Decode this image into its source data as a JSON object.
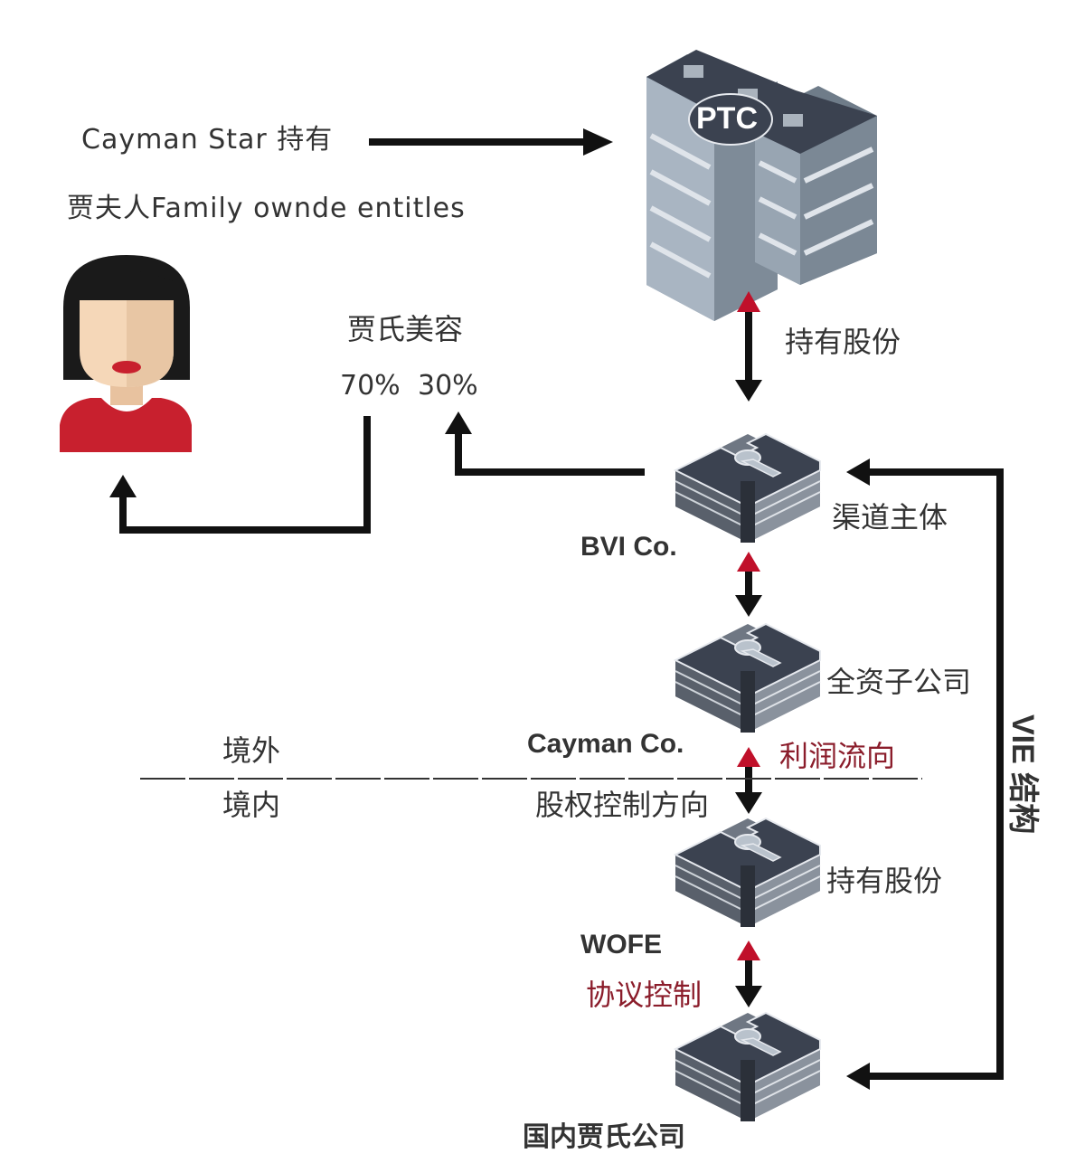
{
  "labels": {
    "cayman_star": "Cayman Star 持有",
    "family_entities": "贾夫人Family ownde entitles",
    "jia_beauty": "贾氏美容",
    "pct_70": "70%",
    "pct_30": "30%",
    "hold_shares_top": "持有股份",
    "channel_entity": "渠道主体",
    "bvi": "BVI Co.",
    "wholly_owned": "全资子公司",
    "cayman_co": "Cayman Co.",
    "profit_flow": "利润流向",
    "offshore": "境外",
    "onshore": "境内",
    "equity_direction": "股权控制方向",
    "hold_shares_bottom": "持有股份",
    "wofe": "WOFE",
    "agreement_control": "协议控制",
    "domestic_company": "国内贾氏公司",
    "vie": "VIE 结构",
    "ptc": "PTC"
  },
  "colors": {
    "arrow": "#111111",
    "arrow_up_red": "#c0102a",
    "accent_red_text": "#8b1d2b",
    "block_dark": "#3b4250",
    "block_side": "#6f7783",
    "building_light": "#a9b5c2",
    "building_dark": "#7e8b98",
    "skin": "#f5d7b8",
    "hair": "#1a1a1a",
    "shirt": "#c8202e"
  }
}
